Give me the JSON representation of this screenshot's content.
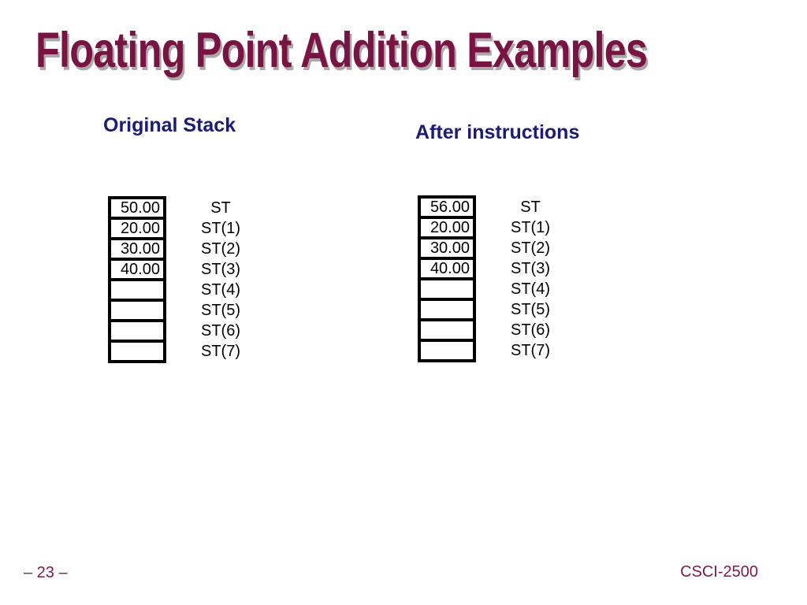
{
  "slide": {
    "title": "Floating Point Addition Examples",
    "sections": [
      {
        "heading": "Original Stack",
        "stack": [
          {
            "value": "50.00",
            "label": "ST"
          },
          {
            "value": "20.00",
            "label": "ST(1)"
          },
          {
            "value": "30.00",
            "label": "ST(2)"
          },
          {
            "value": "40.00",
            "label": "ST(3)"
          },
          {
            "value": "",
            "label": "ST(4)"
          },
          {
            "value": "",
            "label": "ST(5)"
          },
          {
            "value": "",
            "label": "ST(6)"
          },
          {
            "value": "",
            "label": "ST(7)"
          }
        ]
      },
      {
        "heading": "After instructions",
        "stack": [
          {
            "value": "56.00",
            "label": "ST"
          },
          {
            "value": "20.00",
            "label": "ST(1)"
          },
          {
            "value": "30.00",
            "label": "ST(2)"
          },
          {
            "value": "40.00",
            "label": "ST(3)"
          },
          {
            "value": "",
            "label": "ST(4)"
          },
          {
            "value": "",
            "label": "ST(5)"
          },
          {
            "value": "",
            "label": "ST(6)"
          },
          {
            "value": "",
            "label": "ST(7)"
          }
        ]
      }
    ],
    "footer": {
      "page": "– 23 –",
      "course": "CSCI-2500"
    },
    "colors": {
      "title_maroon": "#7b1342",
      "title_shadow": "#a9a9a9",
      "heading_navy": "#1b1b7e",
      "stack_border": "#000000",
      "footer_maroon": "#7d1a4b"
    }
  }
}
